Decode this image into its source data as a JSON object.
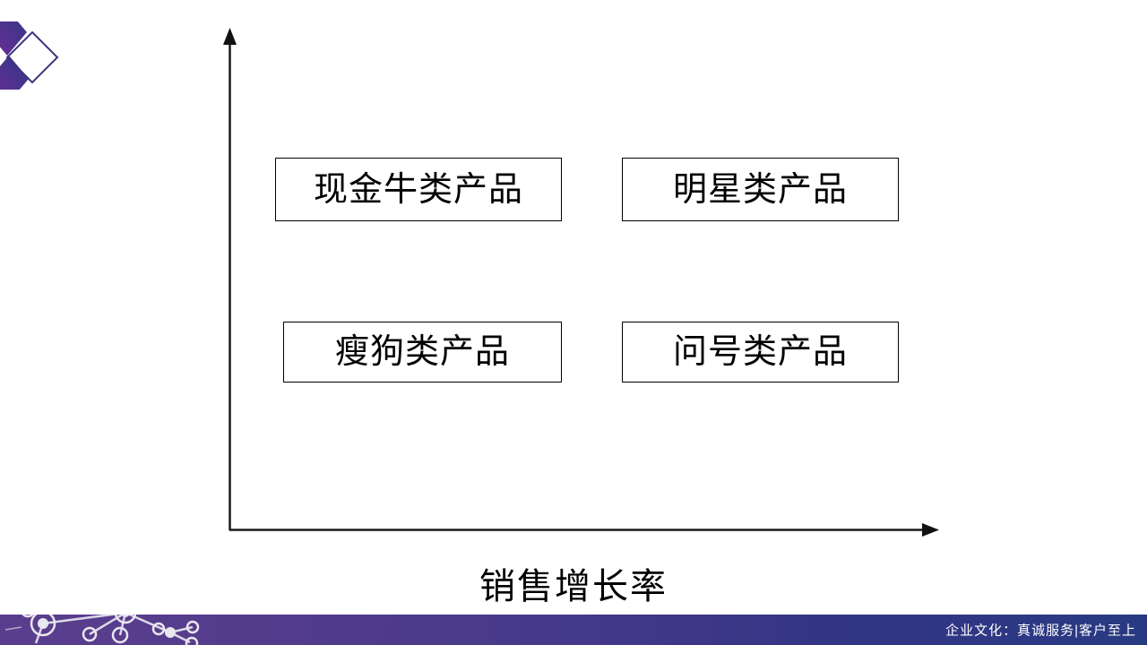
{
  "slide": {
    "background_color": "#ffffff",
    "logo": {
      "name": "brand-diamond-logo",
      "gradient_from": "#5b2e91",
      "gradient_to": "#2b3a84",
      "outline_color": "#3b357f"
    },
    "chart": {
      "type": "matrix",
      "axis_color": "#1a1a1a",
      "y_axis": {
        "label": "",
        "arrow": "up"
      },
      "x_axis": {
        "label": "销售增长率",
        "arrow": "right"
      },
      "quadrants": [
        {
          "id": "cash-cow",
          "label": "现金牛类产品",
          "position": "top-left"
        },
        {
          "id": "star",
          "label": "明星类产品",
          "position": "top-right"
        },
        {
          "id": "dog",
          "label": "瘦狗类产品",
          "position": "bottom-left"
        },
        {
          "id": "question-mark",
          "label": "问号类产品",
          "position": "bottom-right"
        }
      ]
    },
    "footer": {
      "text": "企业文化：真诚服务|客户至上",
      "gradient_from": "#5a3e8e",
      "gradient_to": "#283a82",
      "text_color": "#ffffff",
      "decoration": "network-nodes-graphic"
    }
  }
}
